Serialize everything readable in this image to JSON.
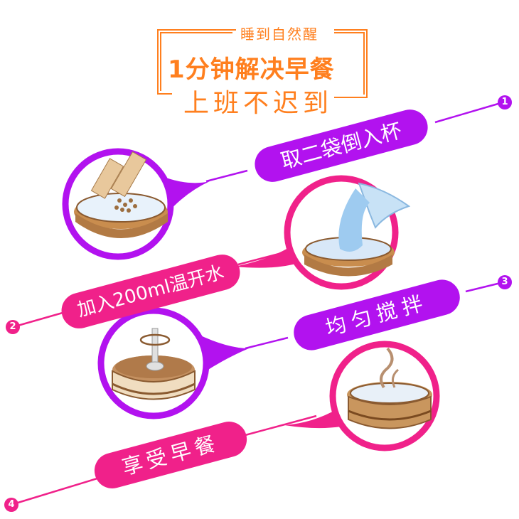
{
  "header": {
    "subtitle_top": "睡到自然醒",
    "title": "1分钟解决早餐",
    "subtitle_bottom": "上班不迟到"
  },
  "colors": {
    "orange": "#ff7f1e",
    "purple": "#b212ef",
    "pink": "#f0218a"
  },
  "steps": [
    {
      "number": "1",
      "label": "取二袋倒入杯",
      "icon": "sachet-pour-icon"
    },
    {
      "number": "2",
      "label": "加入200ml温开水",
      "icon": "water-pour-icon"
    },
    {
      "number": "3",
      "label": "均匀搅拌",
      "icon": "stir-spoon-icon"
    },
    {
      "number": "4",
      "label": "享受早餐",
      "icon": "steaming-bowl-icon"
    }
  ]
}
